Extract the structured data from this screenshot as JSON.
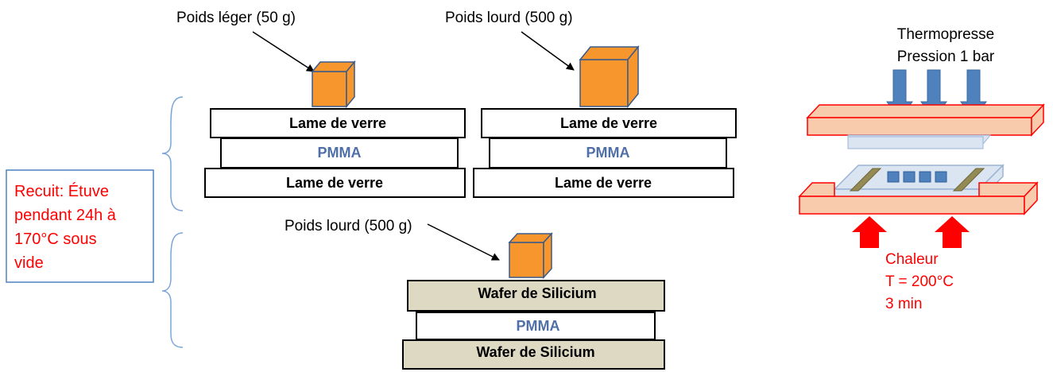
{
  "labels": {
    "light_weight": "Poids léger (50 g)",
    "heavy_weight_1": "Poids lourd (500 g)",
    "heavy_weight_2": "Poids lourd (500 g)",
    "glass_slide": "Lame de  verre",
    "pmma": "PMMA",
    "silicon_wafer": "Wafer de Silicium"
  },
  "recuit": {
    "line1": "Recuit: Étuve",
    "line2": "pendant 24h à",
    "line3": "170°C sous",
    "line4": "vide"
  },
  "thermopress": {
    "title_line1": "Thermopresse",
    "title_line2": "Pression 1 bar",
    "heat_line1": "Chaleur",
    "heat_line2": "T = 200°C",
    "heat_line3": "3 min"
  },
  "colors": {
    "weight_orange": "#f7962d",
    "weight_outline": "#3a5a8a",
    "wafer_beige": "#ddd9c3",
    "press_plate": "#f8cbad",
    "press_outline": "#ff0000",
    "arrow_blue": "#4f81bd",
    "arrow_red": "#ff0000",
    "pmma_text": "#4f6fa8",
    "recuit_border": "#4f81bd"
  }
}
